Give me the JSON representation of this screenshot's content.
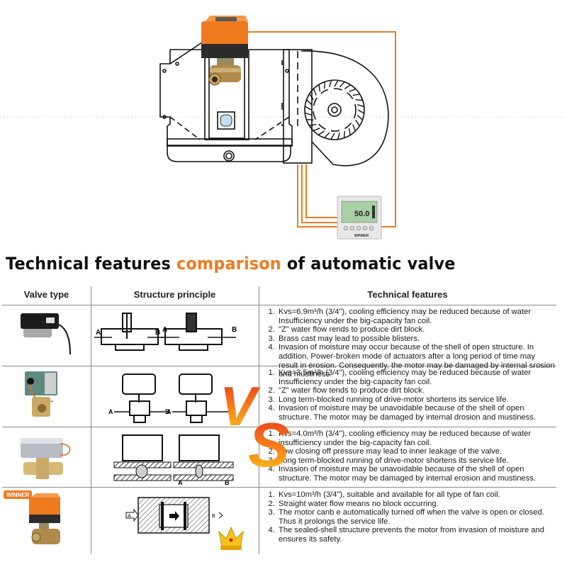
{
  "hero": {
    "thermostat": {
      "display_value": "50.0",
      "brand": "WINNER"
    }
  },
  "title": {
    "prefix": "Technical features ",
    "highlight": "comparison",
    "suffix": " of automatic valve",
    "highlight_color": "#f07a1e"
  },
  "table": {
    "headers": {
      "valve_type": "Valve type",
      "structure": "Structure principle",
      "features": "Technical features"
    },
    "rows": [
      {
        "valve_image": "black-actuator-valve",
        "features": [
          "Kvs=6.9m³/h (3/4\"), cooling efficiency may be reduced because of water Insufficiency under the big-capacity fan coil.",
          "\"Z\" water flow rends to produce dirt block.",
          "Brass cast may lead to possible blisters.",
          "Invasion of moisture may occur because of the shell of open structure. In addition, Power-broken mode of actuators after a long period of time may result in erosion. Consequently, the motor may be damaged by internal srosion and mustiness."
        ]
      },
      {
        "valve_image": "green-actuator-valve",
        "features": [
          "Kvs=3.5m³/h (3/4\"), cooling efficiency may be reduced because of water Insufficiency under the big-capacity fan coil.",
          "\"Z\" water flow tends to produce dirt block.",
          "Long term-blocked running of drive-motor shortens its service life.",
          "Invasion of moisture may be unavoidable because of the shell of open structure. The motor may be damaged by internal drosion and mustiness."
        ]
      },
      {
        "valve_image": "silver-actuator-valve",
        "features": [
          "Kvs=4.0m³/h (3/4\"), cooling efficiency may be reduced because of water insufficiency under the big-capacity fan coil.",
          "Low closing off pressure may lead to inner leakage of the valve.",
          "Long term-blocked running of drive-motor shortens its service life.",
          "Invasion of moisture may be unavoidable because of the shell of open structure. The motor may be damaged by internal erosion and mustiness."
        ]
      },
      {
        "valve_image": "orange-actuator-ball-valve",
        "brand_badge": "WINNER",
        "features": [
          "Kvs=10m³/h (3/4\"), suitable and available for all type of fan coil.",
          "Straight water flow means no block occurring.",
          "The motor canb e automatically turned off when the valve is open or closed. Thus it prolongs the service life.",
          "The sealed-shell structure prevents the motor from invasion of moisture and ensures its safety."
        ]
      }
    ],
    "diagram_labels": {
      "a": "A",
      "b": "B"
    }
  },
  "vs_badge": {
    "v": "V",
    "s": "S"
  }
}
